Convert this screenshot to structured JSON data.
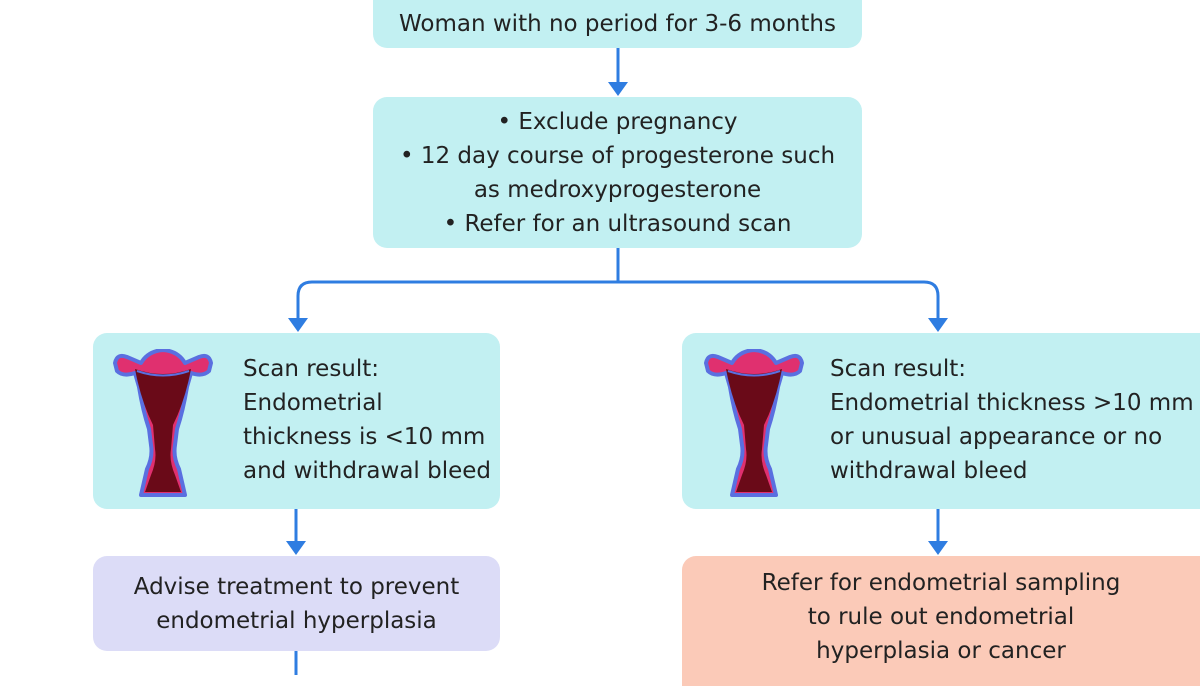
{
  "colors": {
    "arrow": "#2f7de1",
    "cyan_box": "#c2f0f2",
    "lavender_box": "#dcdcf7",
    "salmon_box": "#fbcab8",
    "uterus_fill": "#e0306f",
    "uterus_outline": "#5a6fe0",
    "uterus_cavity": "#6a0a18"
  },
  "nodes": {
    "start": {
      "text": "Woman with no period for 3-6 months"
    },
    "steps": {
      "lines": [
        "• Exclude pregnancy",
        "• 12 day course of progesterone such",
        "as medroxyprogesterone",
        "• Refer for an ultrasound scan"
      ]
    },
    "scan_left": {
      "icon": "uterus-icon",
      "lines": [
        "Scan result:",
        "Endometrial",
        "thickness is <10 mm",
        "and withdrawal bleed"
      ]
    },
    "scan_right": {
      "icon": "uterus-icon",
      "lines": [
        "Scan result:",
        "Endometrial thickness >10 mm",
        "or unusual appearance or no",
        "withdrawal bleed"
      ]
    },
    "advise": {
      "lines": [
        "Advise treatment to prevent",
        "endometrial hyperplasia"
      ]
    },
    "refer": {
      "lines": [
        "Refer for endometrial sampling",
        "to rule out endometrial",
        "hyperplasia or cancer"
      ]
    }
  }
}
